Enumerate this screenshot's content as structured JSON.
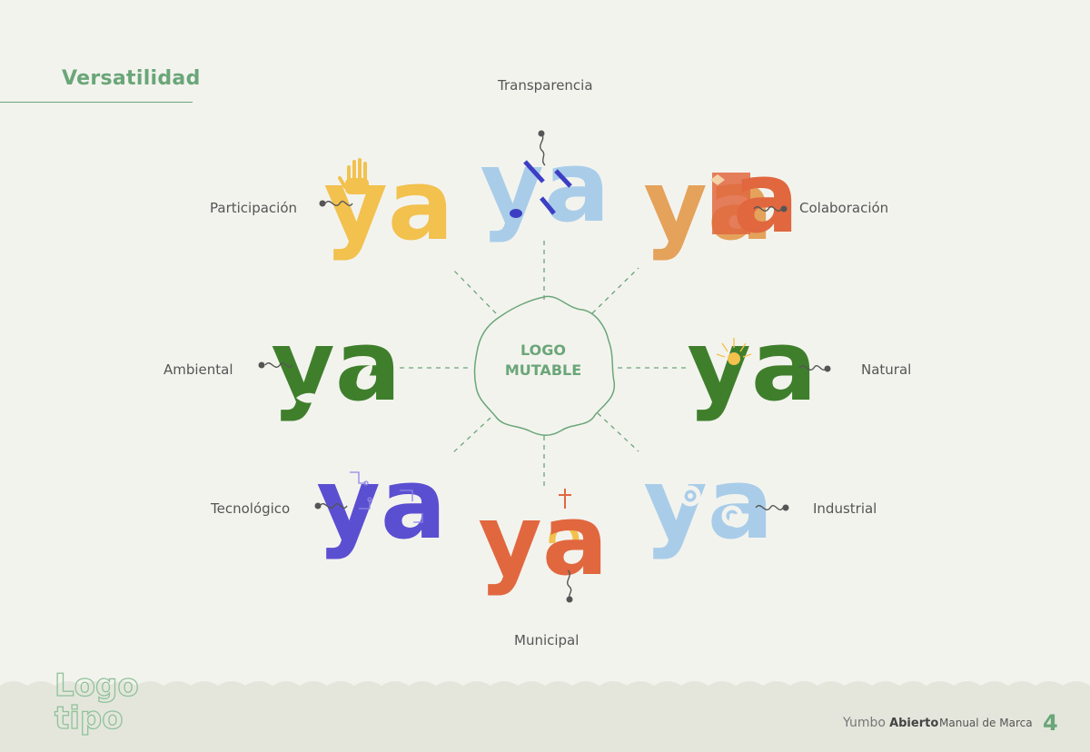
{
  "section": {
    "title": "Versatilidad"
  },
  "center": {
    "line1": "LOGO",
    "line2": "MUTABLE"
  },
  "logo_text": "ya",
  "variants": [
    {
      "label": "Transparencia",
      "icon": "eye-icon"
    },
    {
      "label": "Colaboración",
      "icon": "handshake-icon"
    },
    {
      "label": "Natural",
      "icon": "sun-icon"
    },
    {
      "label": "Industrial",
      "icon": "gear-icon"
    },
    {
      "label": "Municipal",
      "icon": "cross-icon"
    },
    {
      "label": "Tecnológico",
      "icon": "circuit-icon"
    },
    {
      "label": "Ambiental",
      "icon": "leaf-icon"
    },
    {
      "label": "Participación",
      "icon": "hand-icon"
    }
  ],
  "footer": {
    "corner_line1": "Logo",
    "corner_line2": "tipo",
    "brand_light": "Yumbo",
    "brand_bold": "Abierto",
    "manual": "Manual de Marca",
    "page": "4"
  },
  "colors": {
    "accent": "#6aa678",
    "yellow": "#f2c14e",
    "light_blue": "#a9cde9",
    "orange": "#e07b4c",
    "green": "#3f7f2c",
    "purple": "#5b4fd1",
    "blue_accent": "#3c3fc4",
    "sand": "#e4a25a",
    "red_orange": "#e1673f"
  }
}
